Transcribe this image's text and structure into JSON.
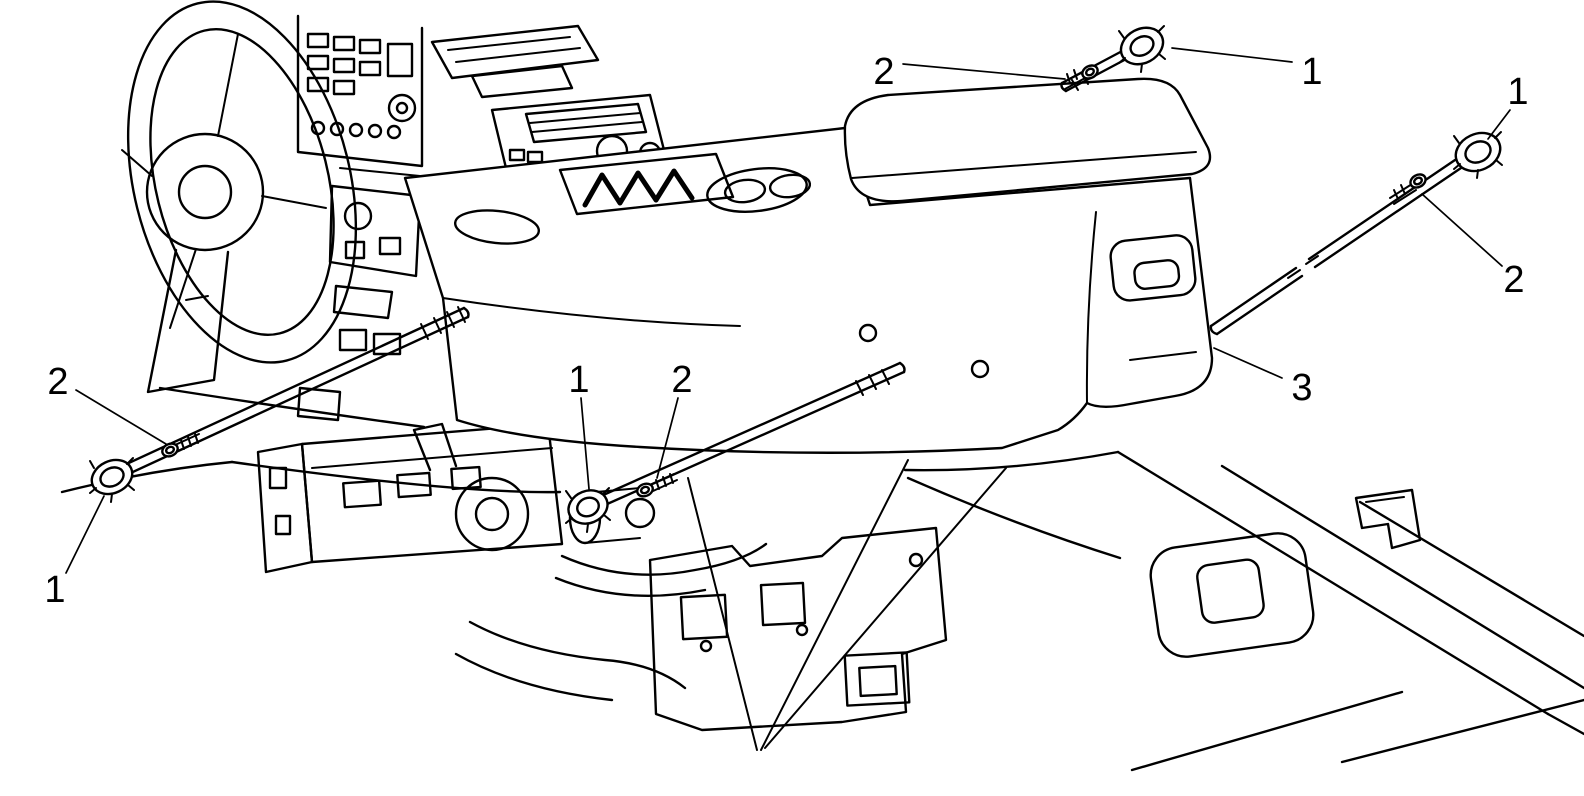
{
  "figure": {
    "background": "#ffffff",
    "line_color": "#000000"
  },
  "callouts": {
    "top_screw": "2",
    "top_bolt": "1",
    "right_bolt": "1",
    "right_screw": "2",
    "console": "3",
    "left_screw": "2",
    "left_bolt": "1",
    "center_bolt": "1",
    "center_screw": "2"
  }
}
